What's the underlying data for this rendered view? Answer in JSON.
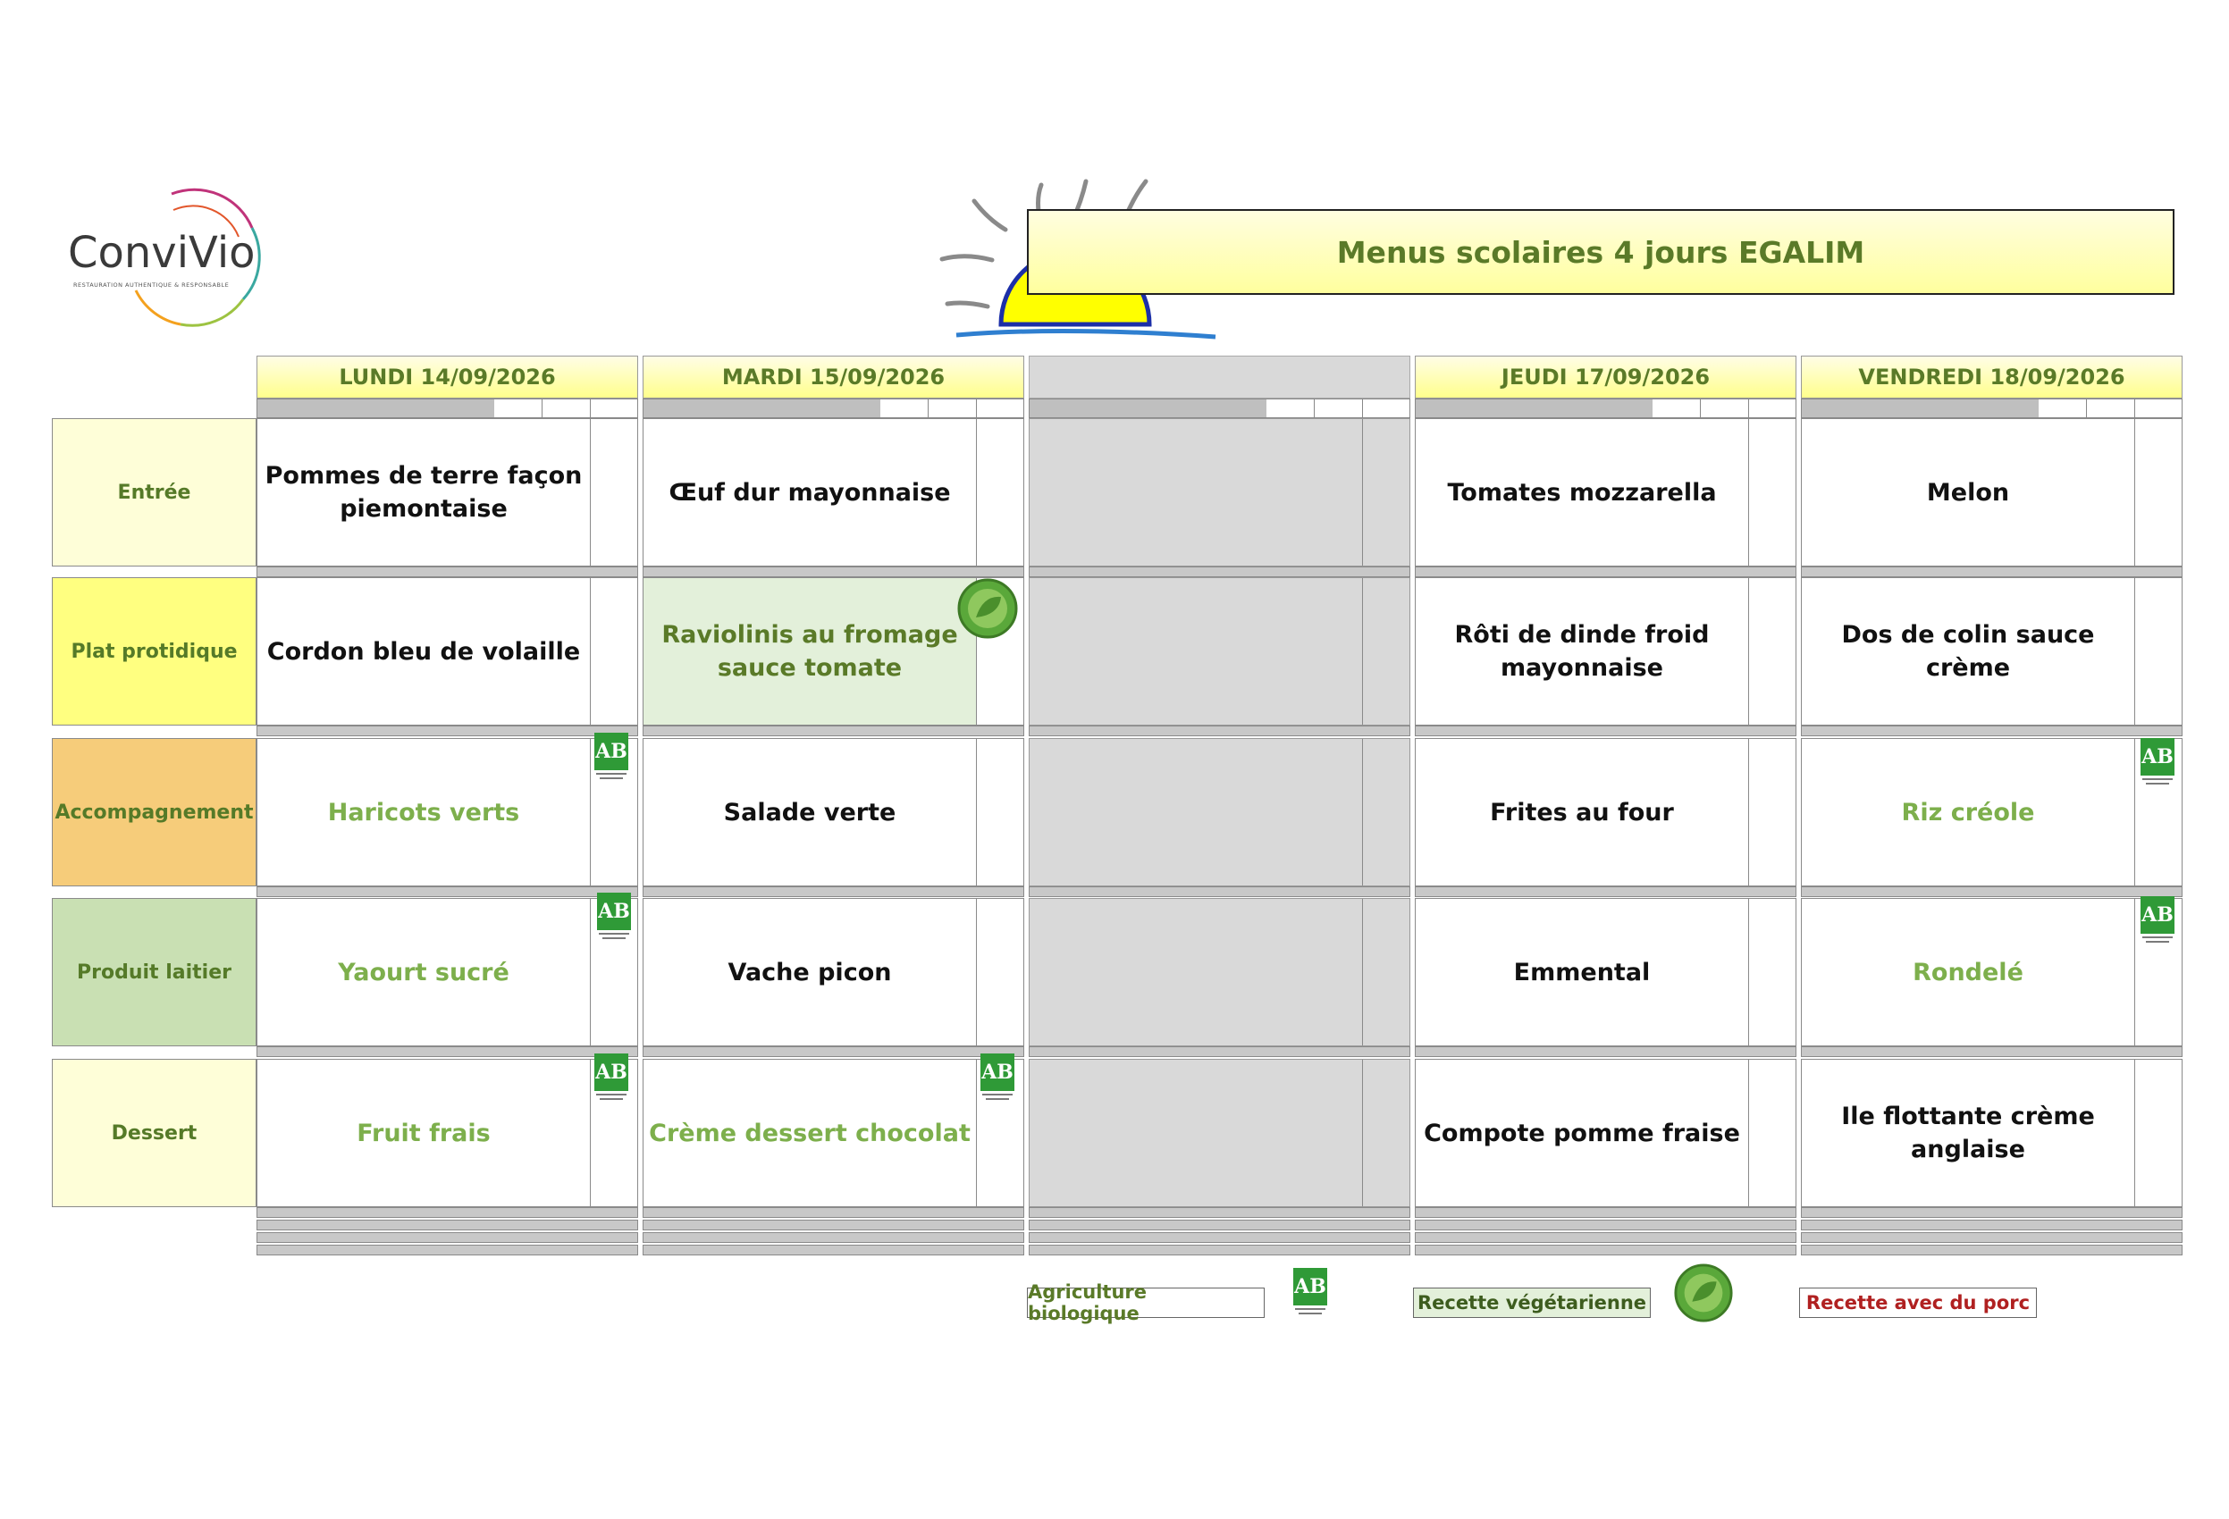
{
  "logo": {
    "name": "ConviVio",
    "tagline": "RESTAURATION AUTHENTIQUE & RESPONSABLE"
  },
  "title": "Menus scolaires 4 jours EGALIM",
  "days": [
    "LUNDI  14/09/2026",
    "MARDI 15/09/2026",
    "",
    "JEUDI 17/09/2026",
    "VENDREDI 18/09/2026"
  ],
  "categories": [
    "Entrée",
    "Plat protidique",
    "Accompagnement",
    "Produit laitier",
    "Dessert"
  ],
  "category_colors": [
    "#fefed8",
    "#ffff80",
    "#f6cc7a",
    "#c9e0b3",
    "#fefed8"
  ],
  "menu": {
    "entree": [
      "Pommes de terre façon piemontaise",
      "Œuf dur mayonnaise",
      "",
      "Tomates mozzarella",
      "Melon"
    ],
    "plat": [
      "Cordon bleu de volaille",
      "Raviolinis au fromage sauce tomate",
      "",
      "Rôti de dinde froid mayonnaise",
      "Dos de colin sauce crème"
    ],
    "accomp": [
      "Haricots verts",
      "Salade verte",
      "",
      "Frites au four",
      "Riz créole"
    ],
    "laitier": [
      "Yaourt sucré",
      "Vache picon",
      "",
      "Emmental",
      "Rondelé"
    ],
    "dessert": [
      "Fruit frais",
      "Crème dessert chocolat",
      "",
      "Compote pomme fraise",
      "Ile flottante crème anglaise"
    ]
  },
  "badge_ab": "AB",
  "legend": {
    "bio": "Agriculture biologique",
    "veg": "Recette végétarienne",
    "porc": "Recette avec du porc"
  },
  "colors": {
    "bio_text": "#7daf4c",
    "veg_bg": "#e3f0da",
    "porc_text": "#b02020",
    "title_text": "#5a7a28"
  },
  "icons": [
    "sun-icon",
    "ab-bio-icon",
    "vegetarian-leaf-icon",
    "convivio-logo"
  ]
}
